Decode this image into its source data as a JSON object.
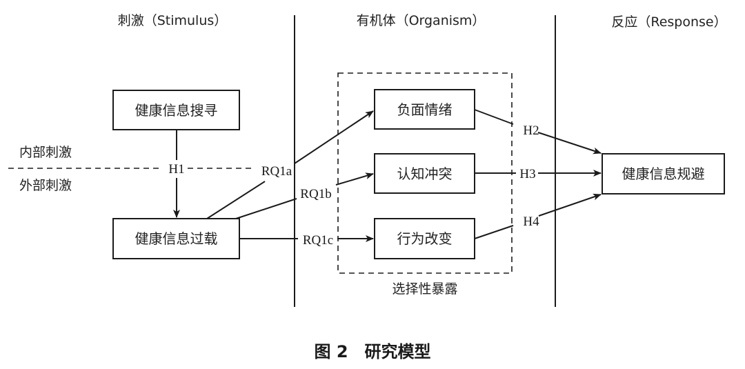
{
  "sections": {
    "stimulus": "刺激（Stimulus）",
    "organism": "有机体（Organism）",
    "response": "反应（Response）"
  },
  "side_labels": {
    "internal": "内部刺激",
    "external": "外部刺激"
  },
  "boxes": {
    "info_seeking": "健康信息搜寻",
    "info_overload": "健康信息过载",
    "negative_emotion": "负面情绪",
    "cognitive_conflict": "认知冲突",
    "behavior_change": "行为改变",
    "info_avoidance": "健康信息规避"
  },
  "paths": {
    "h1": "H1",
    "rq1a": "RQ1a",
    "rq1b": "RQ1b",
    "rq1c": "RQ1c",
    "h2": "H2",
    "h3": "H3",
    "h4": "H4"
  },
  "group_label": "选择性暴露",
  "caption": "图 2　研究模型"
}
